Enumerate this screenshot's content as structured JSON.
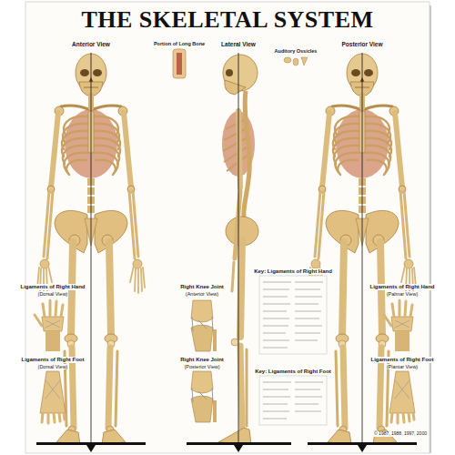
{
  "diagram": {
    "title": "THE SKELETAL SYSTEM",
    "labels": [
      "Anterior View",
      "Portion of Long Bone",
      "Lateral View",
      "Auditory Ossicles",
      "Posterior View",
      "Ligaments of Right Hand",
      "(Dorsal View)",
      "Right Knee Joint",
      "(Anterior View)",
      "Key: Ligaments of Right Hand",
      "Ligaments of Right Hand",
      "(Palmar View)",
      "Ligaments of Right Foot",
      "(Dorsal View)",
      "Right Knee Joint",
      "(Posterior View)",
      "Key: Ligaments of Right Foot",
      "Ligaments of Right Foot",
      "(Plantar View)",
      "© 1987, 1988, 1997, 2000"
    ]
  }
}
